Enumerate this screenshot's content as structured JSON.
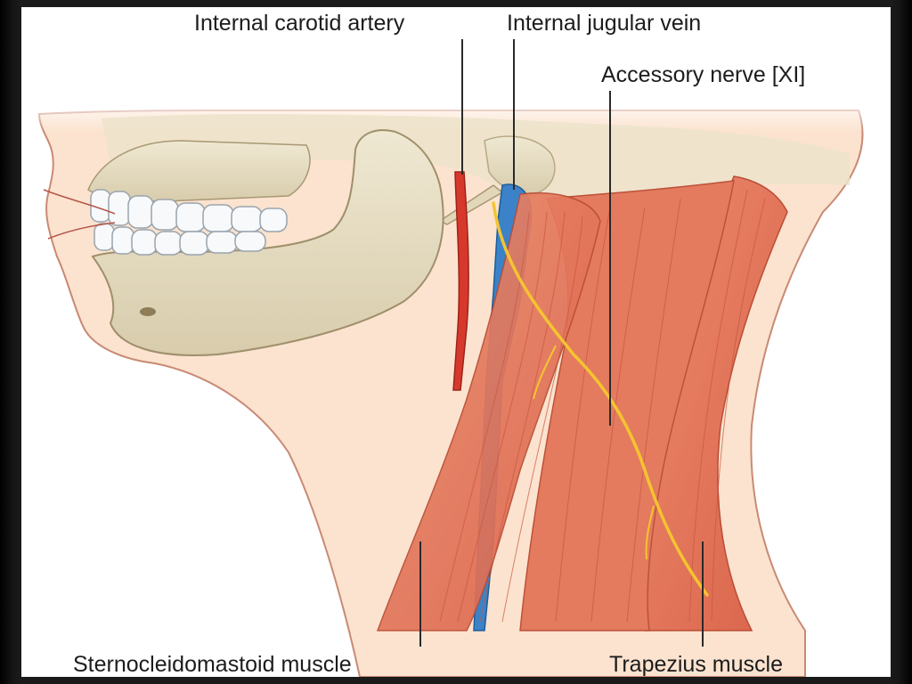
{
  "labels": {
    "internal_carotid_artery": "Internal carotid artery",
    "internal_jugular_vein": "Internal jugular vein",
    "accessory_nerve": "Accessory nerve [XI]",
    "sternocleidomastoid_muscle": "Sternocleidomastoid muscle",
    "trapezius_muscle": "Trapezius muscle"
  },
  "colors": {
    "skin": "#fbe3cf",
    "bone": "#e7dfc6",
    "muscle": "#e57659",
    "artery": "#d6392c",
    "vein": "#3b82c8",
    "nerve": "#f4c430",
    "leader_line": "#2a2a2a"
  }
}
